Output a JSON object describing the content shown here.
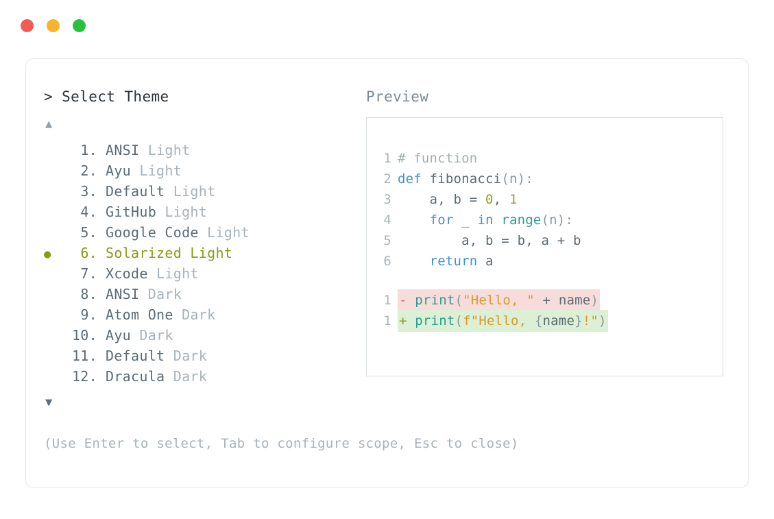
{
  "window": {
    "traffic_lights": [
      {
        "name": "close",
        "color": "#f45b55"
      },
      {
        "name": "minimize",
        "color": "#f7b32b"
      },
      {
        "name": "maximize",
        "color": "#28c13e"
      }
    ]
  },
  "selector": {
    "prompt": "> Select Theme",
    "scroll_up_icon": "▲",
    "scroll_down_icon": "▼",
    "selected_index": 6,
    "selected_bullet": "●",
    "items": [
      {
        "num": "1.",
        "name": "ANSI",
        "variant": "Light",
        "selected": false,
        "bullet": ""
      },
      {
        "num": "2.",
        "name": "Ayu",
        "variant": "Light",
        "selected": false,
        "bullet": ""
      },
      {
        "num": "3.",
        "name": "Default",
        "variant": "Light",
        "selected": false,
        "bullet": ""
      },
      {
        "num": "4.",
        "name": "GitHub",
        "variant": "Light",
        "selected": false,
        "bullet": ""
      },
      {
        "num": "5.",
        "name": "Google Code",
        "variant": "Light",
        "selected": false,
        "bullet": ""
      },
      {
        "num": "6.",
        "name": "Solarized",
        "variant": "Light",
        "selected": true,
        "bullet": "●"
      },
      {
        "num": "7.",
        "name": "Xcode",
        "variant": "Light",
        "selected": false,
        "bullet": ""
      },
      {
        "num": "8.",
        "name": "ANSI",
        "variant": "Dark",
        "selected": false,
        "bullet": ""
      },
      {
        "num": "9.",
        "name": "Atom One",
        "variant": "Dark",
        "selected": false,
        "bullet": ""
      },
      {
        "num": "10.",
        "name": "Ayu",
        "variant": "Dark",
        "selected": false,
        "bullet": ""
      },
      {
        "num": "11.",
        "name": "Default",
        "variant": "Dark",
        "selected": false,
        "bullet": ""
      },
      {
        "num": "12.",
        "name": "Dracula",
        "variant": "Dark",
        "selected": false,
        "bullet": ""
      }
    ]
  },
  "preview": {
    "title": "Preview",
    "code_lines": [
      {
        "num": "1",
        "tokens": [
          {
            "t": "# function",
            "c": "comment"
          }
        ]
      },
      {
        "num": "2",
        "tokens": [
          {
            "t": "def ",
            "c": "kw"
          },
          {
            "t": "fibonacci",
            "c": "plain"
          },
          {
            "t": "(n):",
            "c": "punct"
          }
        ]
      },
      {
        "num": "3",
        "tokens": [
          {
            "t": "    a, b = ",
            "c": "plain"
          },
          {
            "t": "0",
            "c": "num"
          },
          {
            "t": ", ",
            "c": "plain"
          },
          {
            "t": "1",
            "c": "num"
          }
        ]
      },
      {
        "num": "4",
        "tokens": [
          {
            "t": "    ",
            "c": "plain"
          },
          {
            "t": "for",
            "c": "kw"
          },
          {
            "t": " _ ",
            "c": "plain"
          },
          {
            "t": "in",
            "c": "kw"
          },
          {
            "t": " ",
            "c": "plain"
          },
          {
            "t": "range",
            "c": "fn"
          },
          {
            "t": "(n):",
            "c": "punct"
          }
        ]
      },
      {
        "num": "5",
        "tokens": [
          {
            "t": "        a, b = b, a + b",
            "c": "plain"
          }
        ]
      },
      {
        "num": "6",
        "tokens": [
          {
            "t": "    ",
            "c": "plain"
          },
          {
            "t": "return",
            "c": "kw"
          },
          {
            "t": " a",
            "c": "plain"
          }
        ]
      }
    ],
    "diff_lines": [
      {
        "num": "1",
        "kind": "del",
        "marker": "-",
        "tokens": [
          {
            "t": "print",
            "c": "fn"
          },
          {
            "t": "(",
            "c": "punct"
          },
          {
            "t": "\"Hello, \"",
            "c": "str"
          },
          {
            "t": " + ",
            "c": "plain"
          },
          {
            "t": "name",
            "c": "plain"
          },
          {
            "t": ")",
            "c": "punct"
          }
        ]
      },
      {
        "num": "1",
        "kind": "add",
        "marker": "+",
        "tokens": [
          {
            "t": "print",
            "c": "fn"
          },
          {
            "t": "(",
            "c": "punct"
          },
          {
            "t": "f\"Hello, ",
            "c": "str"
          },
          {
            "t": "{",
            "c": "punct"
          },
          {
            "t": "name",
            "c": "plain"
          },
          {
            "t": "}",
            "c": "punct"
          },
          {
            "t": "!\"",
            "c": "str"
          },
          {
            "t": ")",
            "c": "punct"
          }
        ]
      }
    ]
  },
  "footer": {
    "help": "(Use Enter to select, Tab to configure scope, Esc to close)"
  }
}
